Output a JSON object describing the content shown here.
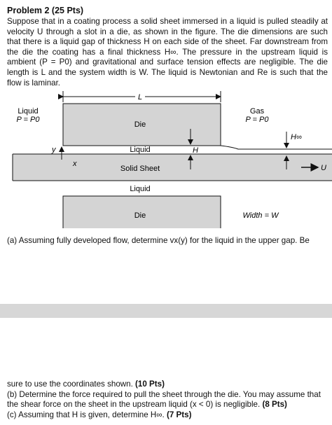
{
  "problem": {
    "title": "Problem 2 (25 Pts)",
    "paragraph": "Suppose that in a coating process a solid sheet immersed in a liquid is pulled steadily at velocity U through a slot in a die, as shown in the figure. The die dimensions are such that there is a liquid gap of thickness H on each side of the sheet. Far downstream from the die the coating has a final thickness H∞. The pressure in the upstream liquid is ambient (P = P0) and gravitational and surface tension effects are negligible. The die length is L and the system width is W. The liquid is Newtonian and Re is such that the flow is laminar."
  },
  "diagram": {
    "length_label": "L",
    "liquid_left": "Liquid",
    "pressure_left": "P = P0",
    "gas_right": "Gas",
    "pressure_right": "P = P0",
    "die_top": "Die",
    "die_bottom": "Die",
    "liquid_upper_gap": "Liquid",
    "liquid_lower_gap": "Liquid",
    "solid_sheet": "Solid Sheet",
    "gap_label": "H",
    "final_thickness_label": "H∞",
    "y_axis": "y",
    "x_axis": "x",
    "velocity_label": "U",
    "width_label": "Width = W"
  },
  "part_a_start": "(a) Assuming fully developed flow, determine vx(y) for the liquid in the upper gap. Be",
  "continuation": {
    "line1_text": "sure to use the coordinates shown. ",
    "line1_pts": "(10 Pts)",
    "part_b_text": "(b) Determine the force required to pull the sheet through the die. You may assume that the shear force on the sheet in the upstream liquid (x < 0) is negligible. ",
    "part_b_pts": "(8 Pts)",
    "part_c_text": "(c) Assuming that H is given, determine H∞. ",
    "part_c_pts": "(7 Pts)"
  },
  "colors": {
    "die_fill": "#d4d4d4",
    "sheet_fill": "#d4d4d4",
    "gray_band": "#d7d7d7"
  }
}
